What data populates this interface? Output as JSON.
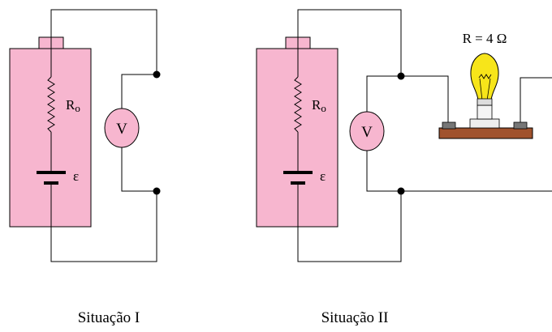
{
  "situation_1": {
    "caption": "Situação I",
    "internal_resistance_label": "R",
    "internal_resistance_subscript": "o",
    "emf_label": "ε",
    "voltmeter_label": "V"
  },
  "situation_2": {
    "caption": "Situação II",
    "internal_resistance_label": "R",
    "internal_resistance_subscript": "o",
    "emf_label": "ε",
    "voltmeter_label": "V",
    "resistor_label": "R = 4 Ω"
  },
  "colors": {
    "battery_fill": "#f7b6cf",
    "voltmeter_fill": "#f7b6cf",
    "bulb_yellow": "#f7e51a",
    "board_brown": "#a0522d",
    "wire": "#000000"
  }
}
